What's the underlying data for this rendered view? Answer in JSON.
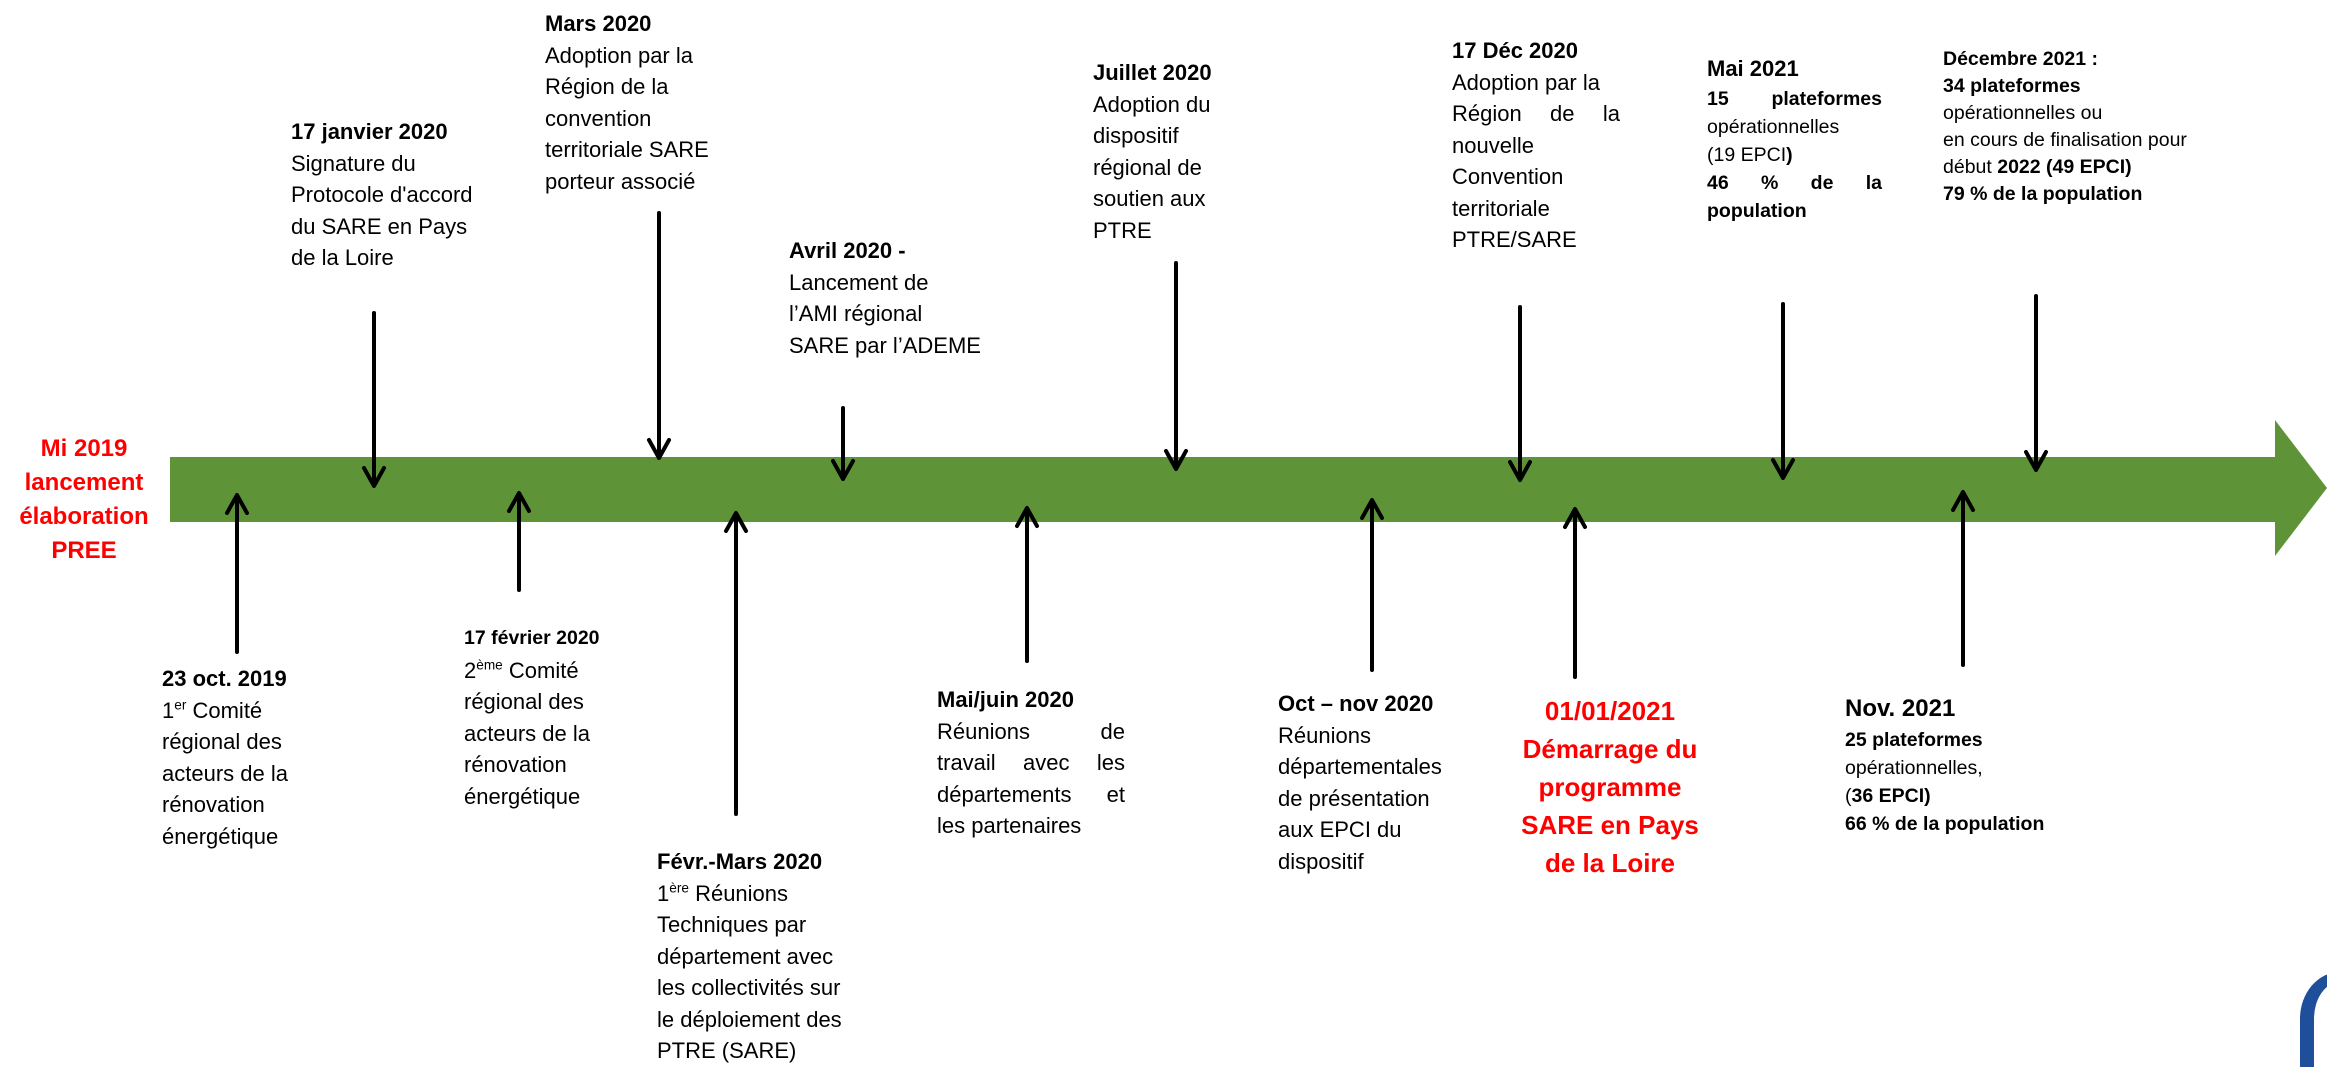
{
  "colors": {
    "arrow": "#5e9437",
    "text": "#000000",
    "highlight": "#ff0000",
    "logo": "#1f4e9b"
  },
  "start": {
    "lines": [
      "Mi 2019",
      "lancement",
      "élaboration",
      "PREE"
    ]
  },
  "events_above": {
    "janv2020": {
      "title": "17 janvier 2020",
      "lines": [
        "Signature du",
        "Protocole d'accord",
        "du SARE en Pays",
        "de la Loire"
      ]
    },
    "mars2020": {
      "title": "Mars 2020",
      "lines": [
        "Adoption par la",
        "Région de la",
        "convention",
        "territoriale SARE",
        "porteur associé"
      ]
    },
    "avril2020": {
      "title": "Avril 2020 -",
      "lines": [
        "Lancement de",
        "l’AMI régional",
        "SARE par l’ADEME"
      ]
    },
    "juil2020": {
      "title": "Juillet 2020",
      "lines": [
        "Adoption du",
        "dispositif",
        "régional de",
        "soutien aux",
        "PTRE"
      ]
    },
    "dec2020": {
      "title": "17 Déc 2020",
      "lines": [
        "Adoption par la",
        "Région de la",
        "nouvelle",
        "Convention",
        "territoriale",
        "PTRE/SARE"
      ]
    },
    "mai2021": {
      "title": "Mai 2021",
      "line1_bold": "15 plateformes",
      "line2": "opérationnelles",
      "line3_pre": "(19 EPCI",
      "line3_bold": ")",
      "line4_bold": "46 % de la",
      "line5_bold": "population"
    },
    "dec2021": {
      "title": "Décembre 2021 :",
      "line1_bold": "34 plateformes",
      "line2": "opérationnelles ou",
      "line3": "en cours de finalisation pour",
      "line4_pre": "début ",
      "line4_bold": "2022 (49  EPCI)",
      "line5_bold": "79 % de la population"
    }
  },
  "events_below": {
    "oct2019": {
      "title": "23 oct. 2019",
      "sup_pre": "1",
      "sup": "er",
      "sup_post": " Comité",
      "lines": [
        "régional des",
        "acteurs de la",
        "rénovation",
        "énergétique"
      ]
    },
    "fev2020": {
      "title": "17 février 2020",
      "sup_pre": "2",
      "sup": "ème",
      "sup_post": " Comité",
      "lines": [
        "régional des",
        "acteurs de la",
        "rénovation",
        "énergétique"
      ]
    },
    "fevmars2020": {
      "title": "Févr.-Mars 2020",
      "sup_pre": "1",
      "sup": "ère",
      "sup_post": " Réunions",
      "lines": [
        "Techniques par",
        "département avec",
        "les collectivités sur",
        "le déploiement des",
        "PTRE (SARE)"
      ]
    },
    "maijuin2020": {
      "title": "Mai/juin 2020",
      "lines": [
        "Réunions de",
        "travail avec les",
        "départements et",
        "les partenaires"
      ]
    },
    "octnov2020": {
      "title": "Oct – nov 2020",
      "lines": [
        "Réunions",
        "départementales",
        "de présentation",
        "aux EPCI du",
        "dispositif"
      ]
    },
    "sare2021": {
      "lines": [
        "01/01/2021",
        "Démarrage du",
        "programme",
        "SARE en Pays",
        "de la Loire"
      ]
    },
    "nov2021": {
      "title": "Nov. 2021",
      "line1_bold": "25 plateformes",
      "line2": "opérationnelles,",
      "line3_pre": "(",
      "line3_bold": "36 EPCI)",
      "line4_bold": "66 % de la population"
    }
  }
}
